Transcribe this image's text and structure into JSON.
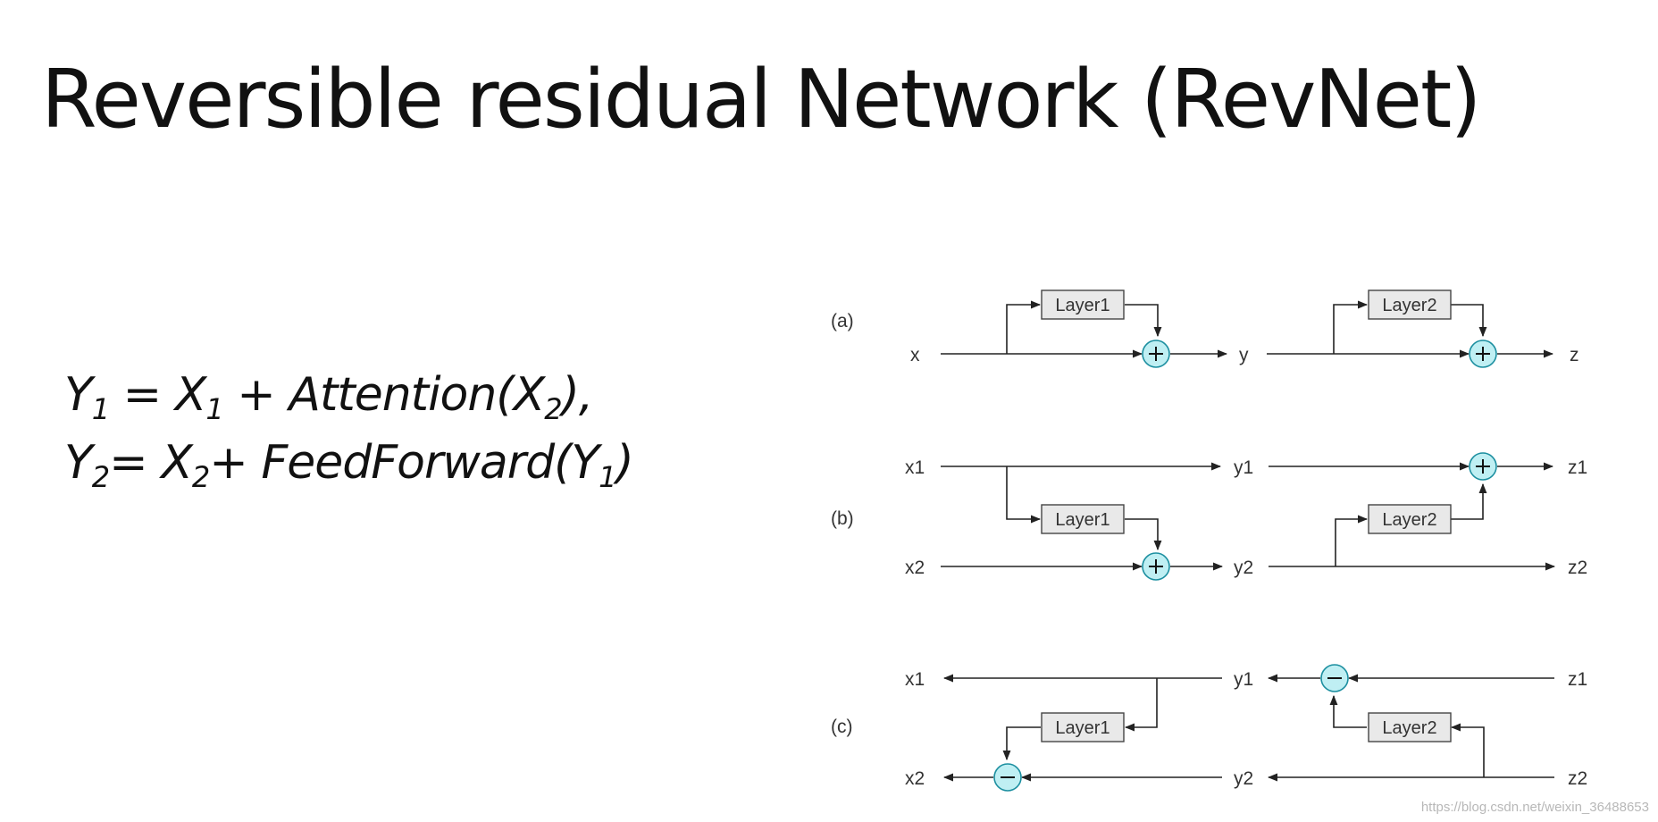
{
  "slide": {
    "title": "Reversible residual Network (RevNet)",
    "watermark": "https://blog.csdn.net/weixin_36488653"
  },
  "formulas": {
    "eq1": {
      "y": "Y",
      "y_sub": "1",
      "mid": " = X",
      "x_sub": "1",
      "rest": " + Attention(X",
      "arg_sub": "2",
      "end": "),"
    },
    "eq2": {
      "y": "Y",
      "y_sub": "2",
      "mid": "= X",
      "x_sub": "2",
      "rest": "+ FeedForward(Y",
      "arg_sub": "1",
      "end": ")"
    }
  },
  "diagram": {
    "panel_a": {
      "tag": "(a)",
      "x": "x",
      "y": "y",
      "z": "z",
      "layer1": "Layer1",
      "layer2": "Layer2"
    },
    "panel_b": {
      "tag": "(b)",
      "x1": "x1",
      "x2": "x2",
      "y1": "y1",
      "y2": "y2",
      "z1": "z1",
      "z2": "z2",
      "layer1": "Layer1",
      "layer2": "Layer2"
    },
    "panel_c": {
      "tag": "(c)",
      "x1": "x1",
      "x2": "x2",
      "y1": "y1",
      "y2": "y2",
      "z1": "z1",
      "z2": "z2",
      "layer1": "Layer1",
      "layer2": "Layer2"
    },
    "colors": {
      "node_fill": "#bfeff3",
      "node_stroke": "#1c8fa0",
      "box_fill": "#e9e9e9",
      "line": "#222222"
    }
  }
}
